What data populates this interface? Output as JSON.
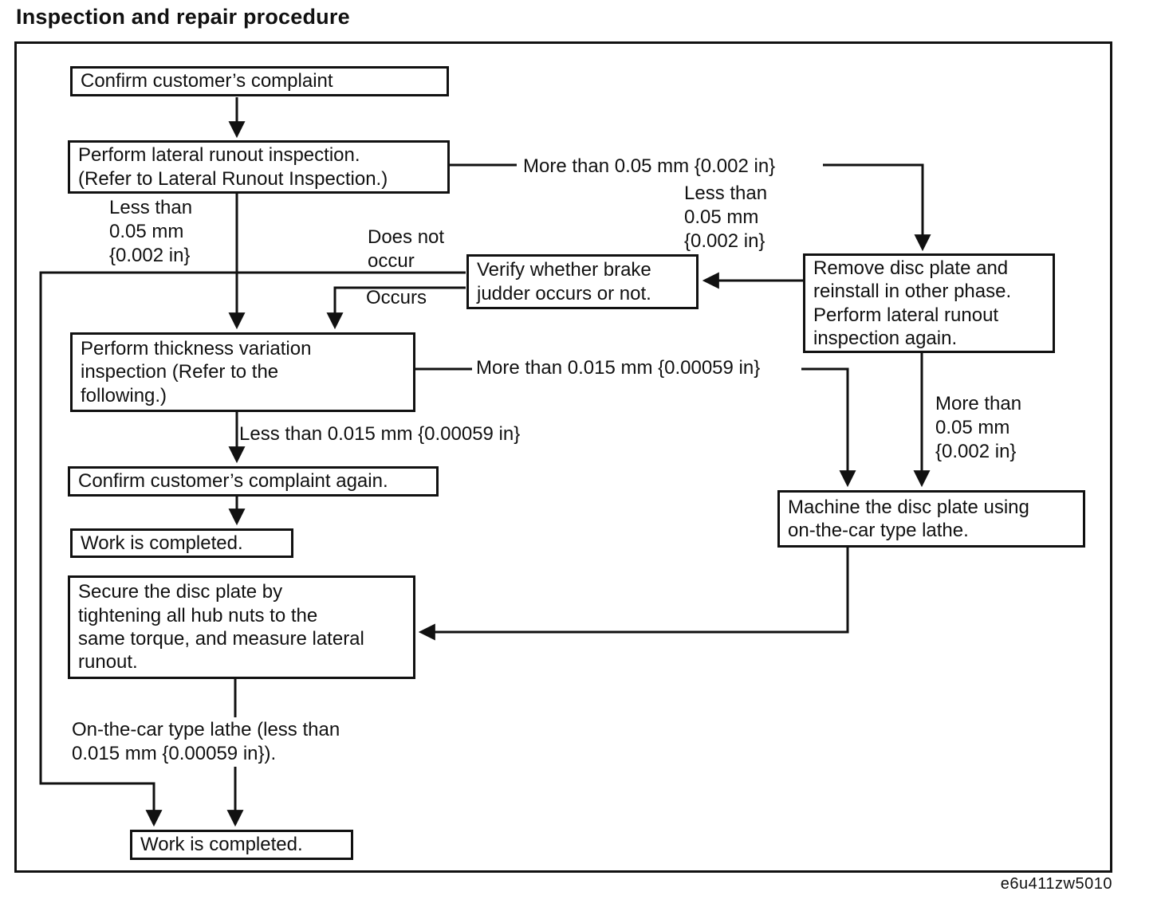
{
  "title": "Inspection and repair procedure",
  "figure_code": "e6u411zw5010",
  "flowchart": {
    "boxes": [
      {
        "id": "confirm-complaint",
        "label": "Confirm customer’s complaint"
      },
      {
        "id": "lateral-runout",
        "label": "Perform lateral runout inspection.\n(Refer to Lateral Runout Inspection.)"
      },
      {
        "id": "verify-judder",
        "label": "Verify whether brake\njudder occurs or not."
      },
      {
        "id": "remove-disc",
        "label": "Remove disc plate and\nreinstall in other phase.\nPerform lateral runout\ninspection again."
      },
      {
        "id": "thickness-variation",
        "label": "Perform thickness variation\ninspection (Refer to the\nfollowing.)"
      },
      {
        "id": "confirm-again",
        "label": "Confirm customer’s complaint again."
      },
      {
        "id": "work-completed-1",
        "label": "Work is completed."
      },
      {
        "id": "secure-disc",
        "label": "Secure the disc plate by\ntightening all hub nuts to the\nsame torque, and measure lateral\nrunout."
      },
      {
        "id": "machine-disc",
        "label": "Machine the disc plate using\non-the-car type lathe."
      },
      {
        "id": "work-completed-2",
        "label": "Work is completed."
      }
    ],
    "edge_labels": [
      {
        "id": "less-005-left",
        "text": "Less than\n0.05 mm\n{0.002 in}"
      },
      {
        "id": "more-005-top",
        "text": "More than 0.05 mm {0.002 in}"
      },
      {
        "id": "less-005-mid",
        "text": "Less than\n0.05 mm\n{0.002 in}"
      },
      {
        "id": "does-not-occur",
        "text": "Does not\noccur"
      },
      {
        "id": "occurs",
        "text": "Occurs"
      },
      {
        "id": "more-0015",
        "text": "More than 0.015 mm {0.00059 in}"
      },
      {
        "id": "less-0015",
        "text": "Less than 0.015 mm {0.00059 in}"
      },
      {
        "id": "more-005-right",
        "text": "More than\n0.05 mm\n{0.002 in}"
      },
      {
        "id": "on-the-car-lathe",
        "text": "On-the-car type lathe (less than\n0.015 mm {0.00059 in})."
      }
    ]
  }
}
